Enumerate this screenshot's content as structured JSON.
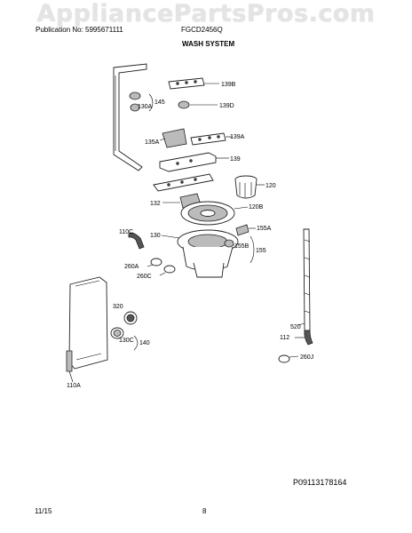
{
  "watermark": "AppliancePartsPros.com",
  "header": {
    "publication": "Publication No: 5995671111",
    "model": "FGCD2456Q",
    "section_title": "WASH SYSTEM"
  },
  "callouts": {
    "c139B": "139B",
    "c145": "145",
    "c130A": "130A",
    "c139D": "139D",
    "c135A": "135A",
    "c139A": "139A",
    "c139": "139",
    "c120": "120",
    "c132": "132",
    "c120B": "120B",
    "c110C": "110C",
    "c130": "130",
    "c155A": "155A",
    "c155B": "155B",
    "c155": "155",
    "c260A": "260A",
    "c260C": "260C",
    "c320": "320",
    "c130C": "130C",
    "c140": "140",
    "c520": "520",
    "c112": "112",
    "c260J": "260J",
    "c110A": "110A"
  },
  "footer": {
    "part_number_ref": "P09113178164",
    "date": "11/15",
    "page": "8"
  }
}
